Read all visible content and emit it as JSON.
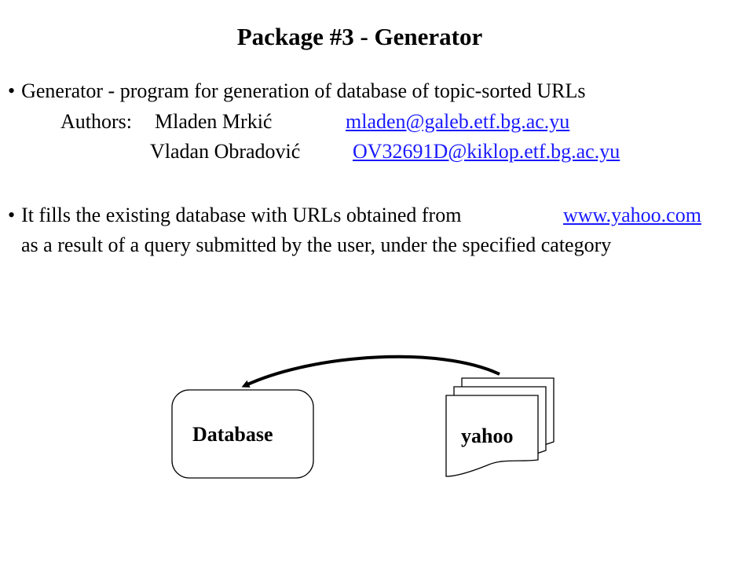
{
  "title": "Package #3 - Generator",
  "bullet_char": "•",
  "intro": {
    "text": "Generator - program for generation of database of topic-sorted URLs"
  },
  "authors": {
    "label": "Authors:",
    "people": [
      {
        "name": "Mladen Mrkić",
        "email": "mladen@galeb.etf.bg.ac.yu"
      },
      {
        "name": "Vladan Obradović",
        "email": "OV32691D@kiklop.etf.bg.ac.yu"
      }
    ]
  },
  "description": {
    "line1_prefix": "It fills the existing database with URLs obtained from",
    "link": "www.yahoo.com",
    "line2": "as a result of a query submitted by the user, under the specified category"
  },
  "diagram": {
    "database_label": "Database",
    "source_label": "yahoo"
  },
  "colors": {
    "link": "#1a1aff",
    "text": "#000000"
  }
}
